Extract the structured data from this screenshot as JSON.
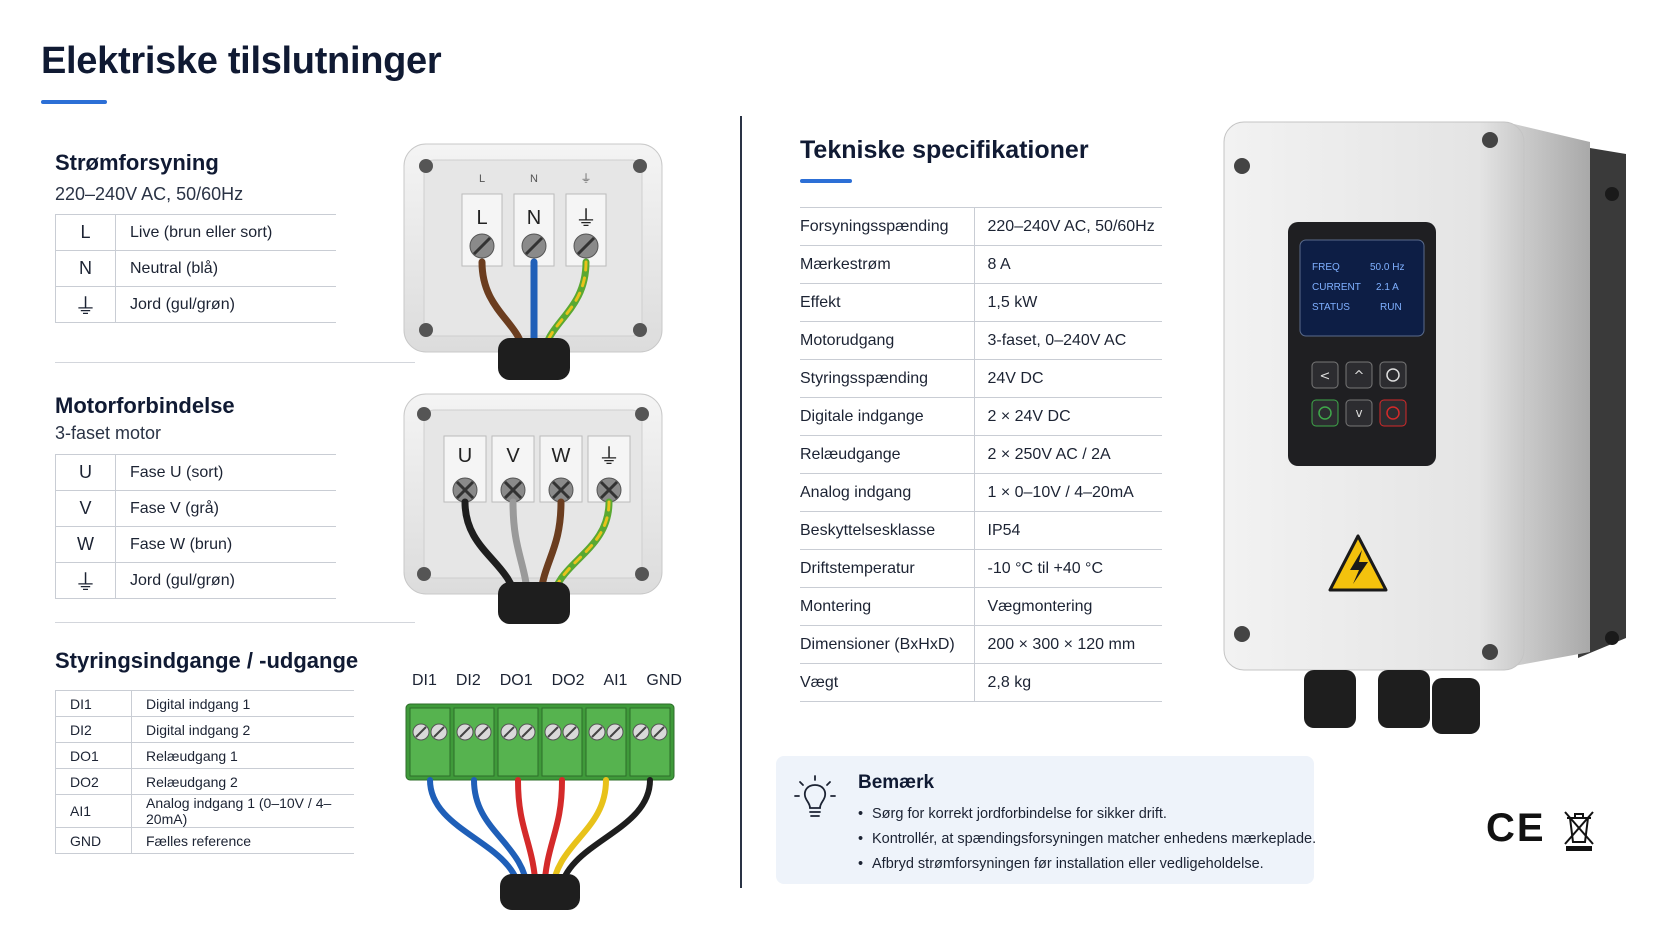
{
  "page": {
    "title": "Elektriske tilslutninger"
  },
  "power": {
    "title": "Strømforsyning",
    "subtitle": "220–240V AC, 50/60Hz",
    "rows": [
      {
        "symbol": "L",
        "desc": "Live (brun eller sort)"
      },
      {
        "symbol": "N",
        "desc": "Neutral (blå)"
      },
      {
        "symbol": "⏚",
        "desc": "Jord (gul/grøn)"
      }
    ],
    "terminals": [
      "L",
      "N",
      "⏚"
    ]
  },
  "motor": {
    "title": "Motorforbindelse",
    "subtitle": "3-faset motor",
    "rows": [
      {
        "symbol": "U",
        "desc": "Fase U (sort)"
      },
      {
        "symbol": "V",
        "desc": "Fase V (grå)"
      },
      {
        "symbol": "W",
        "desc": "Fase W (brun)"
      },
      {
        "symbol": "⏚",
        "desc": "Jord (gul/grøn)"
      }
    ],
    "terminals": [
      "U",
      "V",
      "W",
      "⏚"
    ]
  },
  "control": {
    "title": "Styringsindgange / -udgange",
    "rows": [
      {
        "symbol": "DI1",
        "desc": "Digital indgang 1"
      },
      {
        "symbol": "DI2",
        "desc": "Digital indgang 2"
      },
      {
        "symbol": "DO1",
        "desc": "Relæudgang 1"
      },
      {
        "symbol": "DO2",
        "desc": "Relæudgang 2"
      },
      {
        "symbol": "AI1",
        "desc": "Analog indgang 1 (0–10V / 4–20mA)"
      },
      {
        "symbol": "GND",
        "desc": "Fælles reference"
      }
    ],
    "terminal_labels": [
      "DI1",
      "DI2",
      "DO1",
      "DO2",
      "AI1",
      "GND"
    ]
  },
  "specs": {
    "title": "Tekniske specifikationer",
    "rows": [
      {
        "key": "Forsyningsspænding",
        "value": "220–240V AC, 50/60Hz"
      },
      {
        "key": "Mærkestrøm",
        "value": "8 A"
      },
      {
        "key": "Effekt",
        "value": "1,5 kW"
      },
      {
        "key": "Motorudgang",
        "value": "3-faset, 0–240V AC"
      },
      {
        "key": "Styringsspænding",
        "value": "24V DC"
      },
      {
        "key": "Digitale indgange",
        "value": "2 × 24V DC"
      },
      {
        "key": "Relæudgange",
        "value": "2 × 250V AC / 2A"
      },
      {
        "key": "Analog indgang",
        "value": "1 × 0–10V / 4–20mA"
      },
      {
        "key": "Beskyttelsesklasse",
        "value": "IP54"
      },
      {
        "key": "Driftstemperatur",
        "value": "-10 °C til +40 °C"
      },
      {
        "key": "Montering",
        "value": "Vægmontering"
      },
      {
        "key": "Dimensioner (BxHxD)",
        "value": "200 × 300 × 120 mm"
      },
      {
        "key": "Vægt",
        "value": "2,8 kg"
      }
    ]
  },
  "device": {
    "display": [
      {
        "label": "FREQ",
        "value": "50.0 Hz"
      },
      {
        "label": "CURRENT",
        "value": "2.1 A"
      },
      {
        "label": "STATUS",
        "value": "RUN"
      }
    ],
    "buttons": [
      "back",
      "up",
      "ok",
      "start",
      "down",
      "stop"
    ]
  },
  "note": {
    "title": "Bemærk",
    "items": [
      "Sørg for korrekt jordforbindelse for sikker drift.",
      "Kontrollér, at spændingsforsyningen matcher enhedens mærkeplade.",
      "Afbryd strømforsyningen før installation eller vedligeholdelse."
    ]
  },
  "marks": {
    "ce": "CE",
    "weee": "weee-icon"
  },
  "colors": {
    "accent": "#2c6fd6",
    "wire_brown": "#6b3d1f",
    "wire_blue": "#1f5fb8",
    "wire_black": "#1e1e1e",
    "wire_grey": "#9a9a9a",
    "wire_red": "#d42a2a",
    "wire_yellow": "#e8c21a",
    "wire_green_yellow": "#5aa832",
    "terminal_green": "#3f9a3a",
    "warning_yellow": "#f4c20d"
  }
}
